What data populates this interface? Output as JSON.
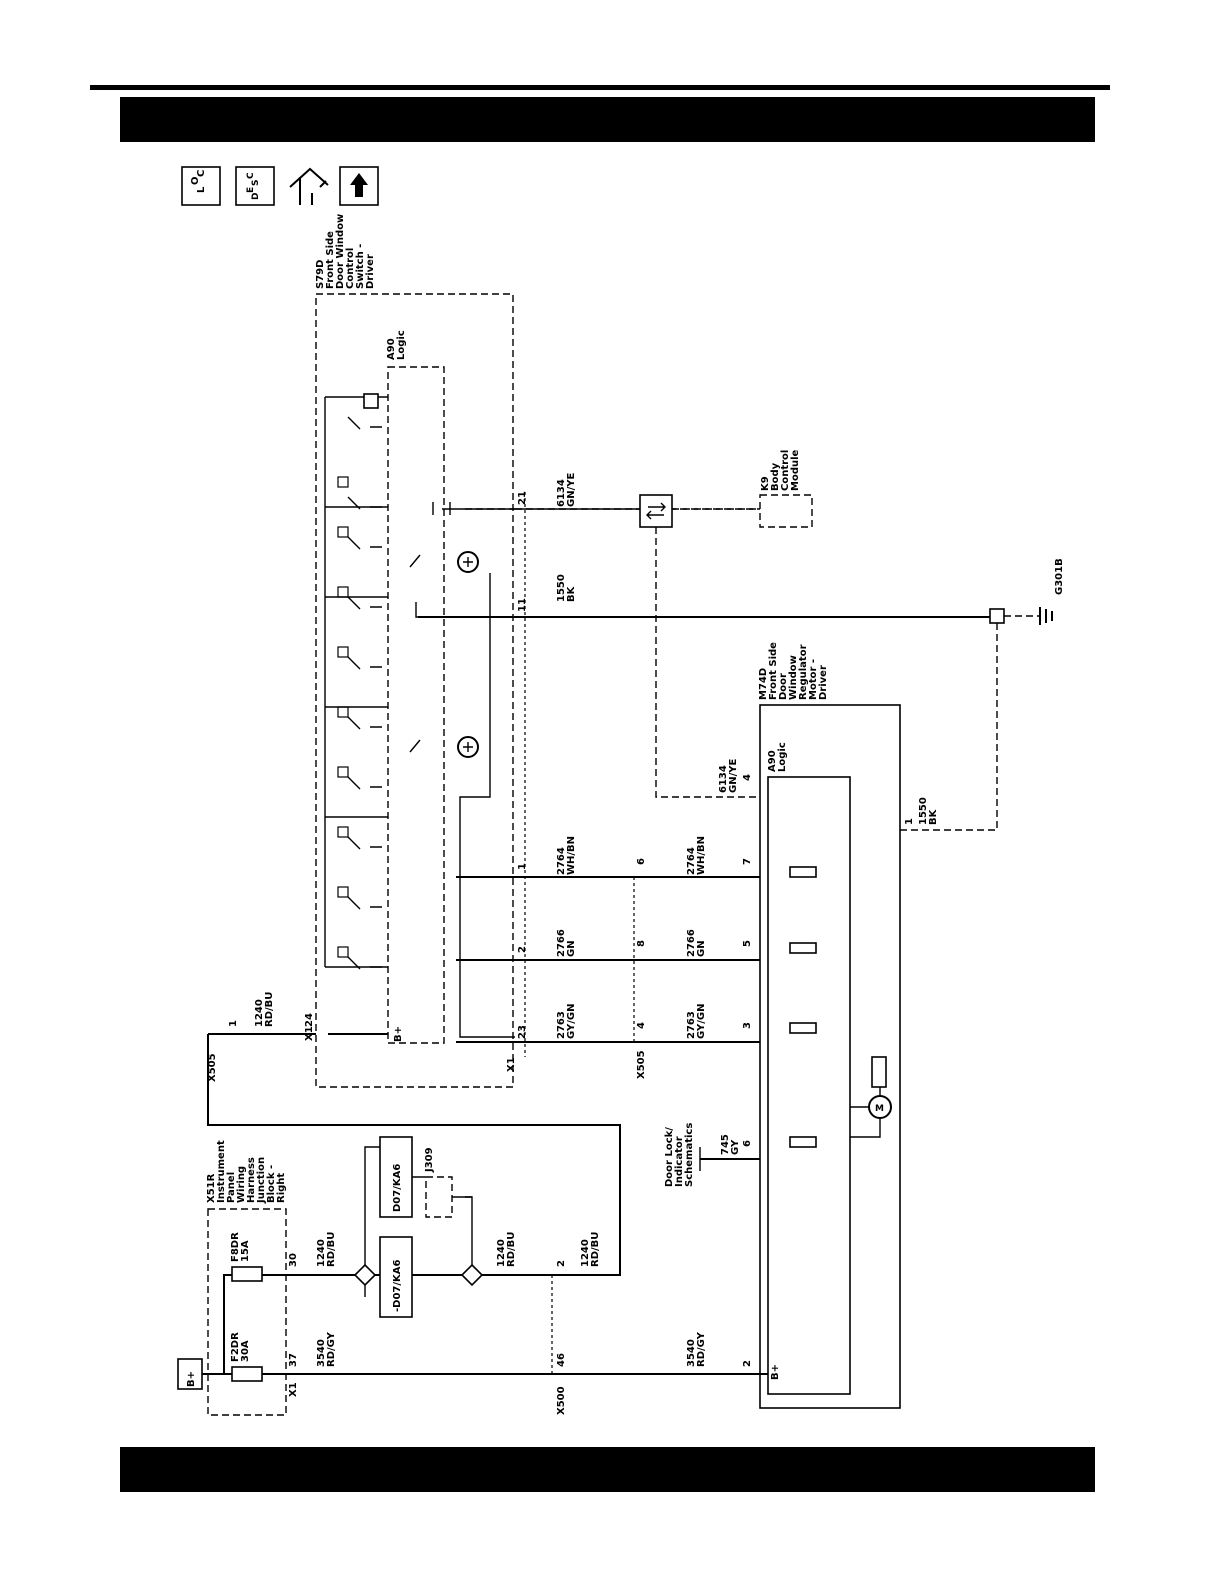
{
  "header": {
    "title": ""
  },
  "footer": {
    "text": ""
  },
  "nav_icons": [
    {
      "name": "location-icon",
      "label": "LOC"
    },
    {
      "name": "description-icon",
      "label": "DESC"
    },
    {
      "name": "diagnostic-tools-icon",
      "label": ""
    },
    {
      "name": "up-arrow-icon",
      "label": ""
    }
  ],
  "diagram": {
    "power_source": "B+",
    "components": {
      "s79d": "S79D Front Side Door Window Control Switch - Driver",
      "s79d_logic": "A90 Logic",
      "k9": "K9 Body Control Module",
      "m74d": "M74D Front Side Door Window Regulator Motor - Driver",
      "m74d_logic": "A90 Logic",
      "x51r": "X51R Instrument Panel Wiring Harness Junction Block - Right",
      "g301b": "G301B",
      "j309": "J309",
      "door_lock_ref": "Door Lock/ Indicator Schematics"
    },
    "fuses": [
      {
        "id": "F2DR",
        "rating": "30A"
      },
      {
        "id": "F8DR",
        "rating": "15A"
      }
    ],
    "modules": [
      "D07/KA6",
      "-D07/KA6"
    ],
    "connectors": [
      "X1",
      "X505",
      "X500"
    ],
    "wires": [
      {
        "circuit": "1240",
        "color": "RD/BU"
      },
      {
        "circuit": "3540",
        "color": "RD/GY"
      },
      {
        "circuit": "6134",
        "color": "GN/YE"
      },
      {
        "circuit": "1550",
        "color": "BK"
      },
      {
        "circuit": "2764",
        "color": "WH/BN"
      },
      {
        "circuit": "2766",
        "color": "GN"
      },
      {
        "circuit": "2763",
        "color": "GY/GN"
      },
      {
        "circuit": "745",
        "color": "GY"
      }
    ],
    "pins": {
      "s79d_b": "24",
      "s79d_21": "21",
      "s79d_11": "11",
      "s79d_1": "1",
      "s79d_2": "2",
      "s79d_23": "23",
      "x505_b": "1",
      "x505_6": "6",
      "x505_8": "8",
      "x505_4": "4",
      "m74d_4": "4",
      "m74d_1": "1",
      "m74d_7": "7",
      "m74d_5": "5",
      "m74d_3": "3",
      "m74d_6": "6",
      "m74d_2": "2",
      "x51r_37": "37",
      "x51r_30": "30",
      "x500_46": "46",
      "x500_2": "2"
    }
  }
}
